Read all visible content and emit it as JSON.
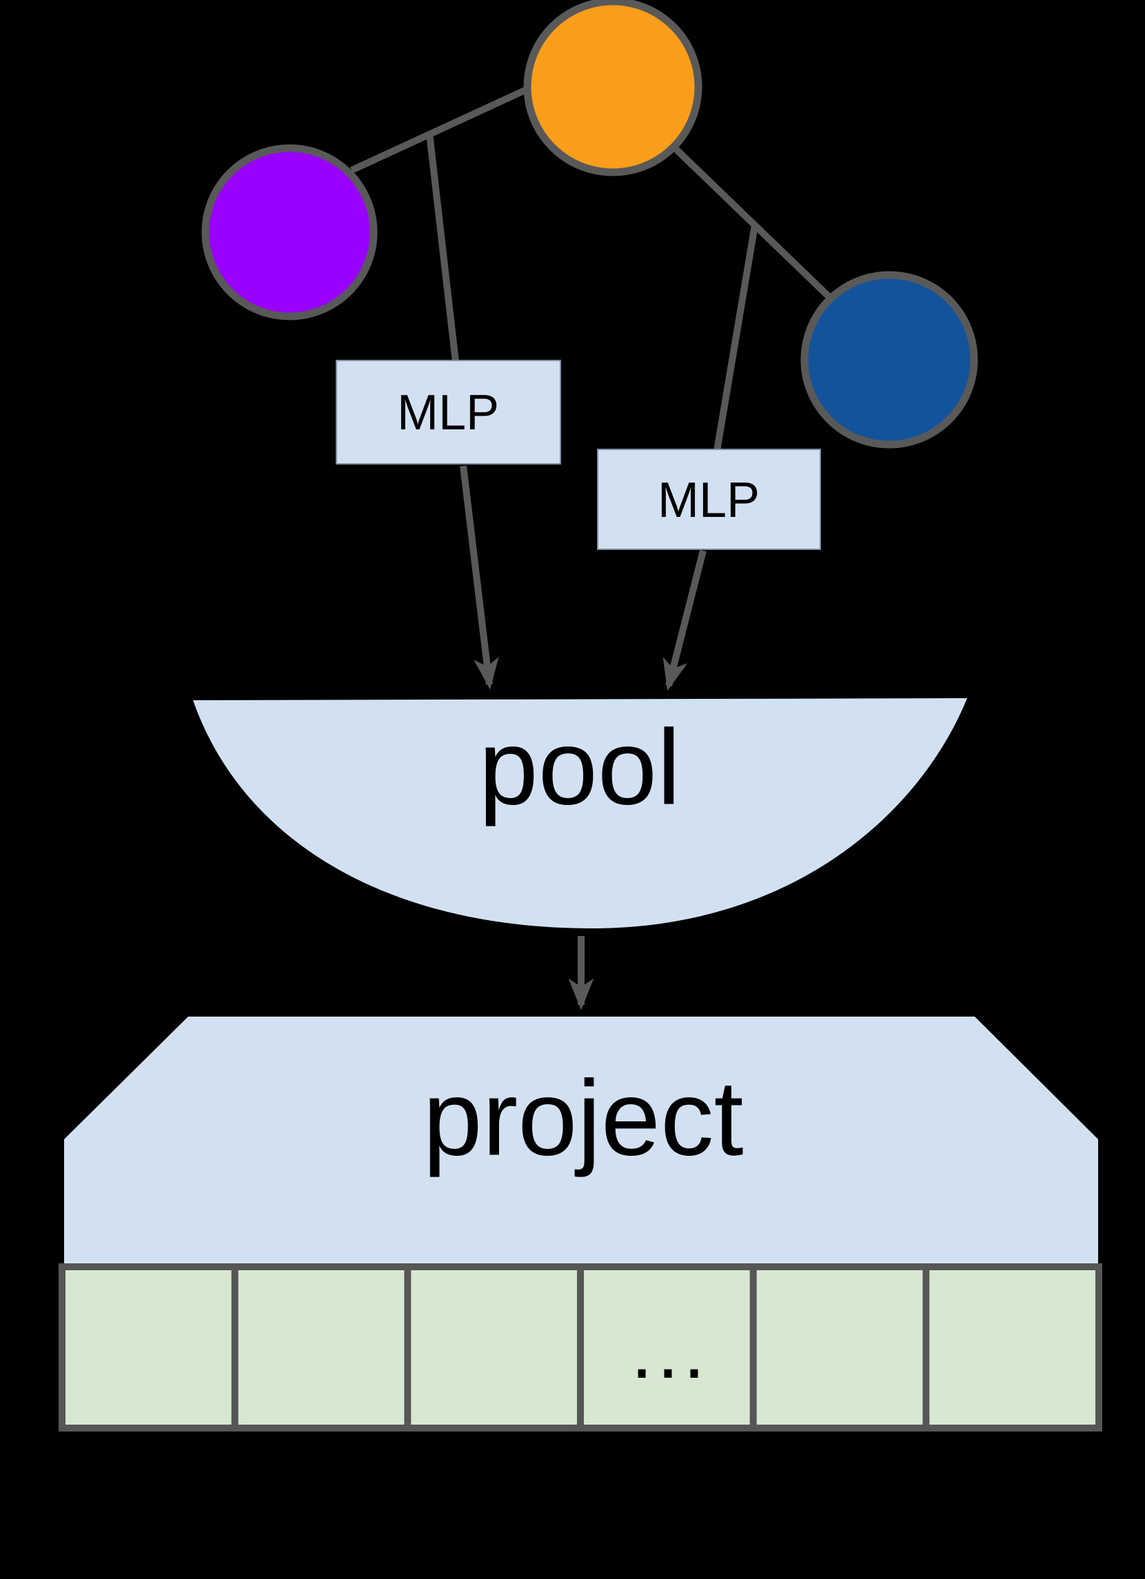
{
  "diagram_type": "graph-pooling-readout",
  "colors": {
    "background": "#000000",
    "edge_line": "#595959",
    "node_stroke": "#595959",
    "panel_fill": "#d2e1f2",
    "panel_border": "#7e90a5",
    "cell_fill": "#d8e7d2",
    "cell_border": "#565656",
    "label_text": "#000000"
  },
  "graph": {
    "nodes": [
      {
        "name": "purple-node",
        "color": "#9900fe"
      },
      {
        "name": "orange-node",
        "color": "#f99d1a"
      },
      {
        "name": "blue-node",
        "color": "#12539c"
      }
    ],
    "edge_count": 2
  },
  "mlp_boxes": [
    {
      "label": "MLP"
    },
    {
      "label": "MLP"
    }
  ],
  "pool": {
    "label": "pool"
  },
  "project": {
    "label": "project"
  },
  "embedding_row": {
    "cell_count": 6,
    "ellipsis_label": "...",
    "ellipsis_cell_index": 4
  }
}
